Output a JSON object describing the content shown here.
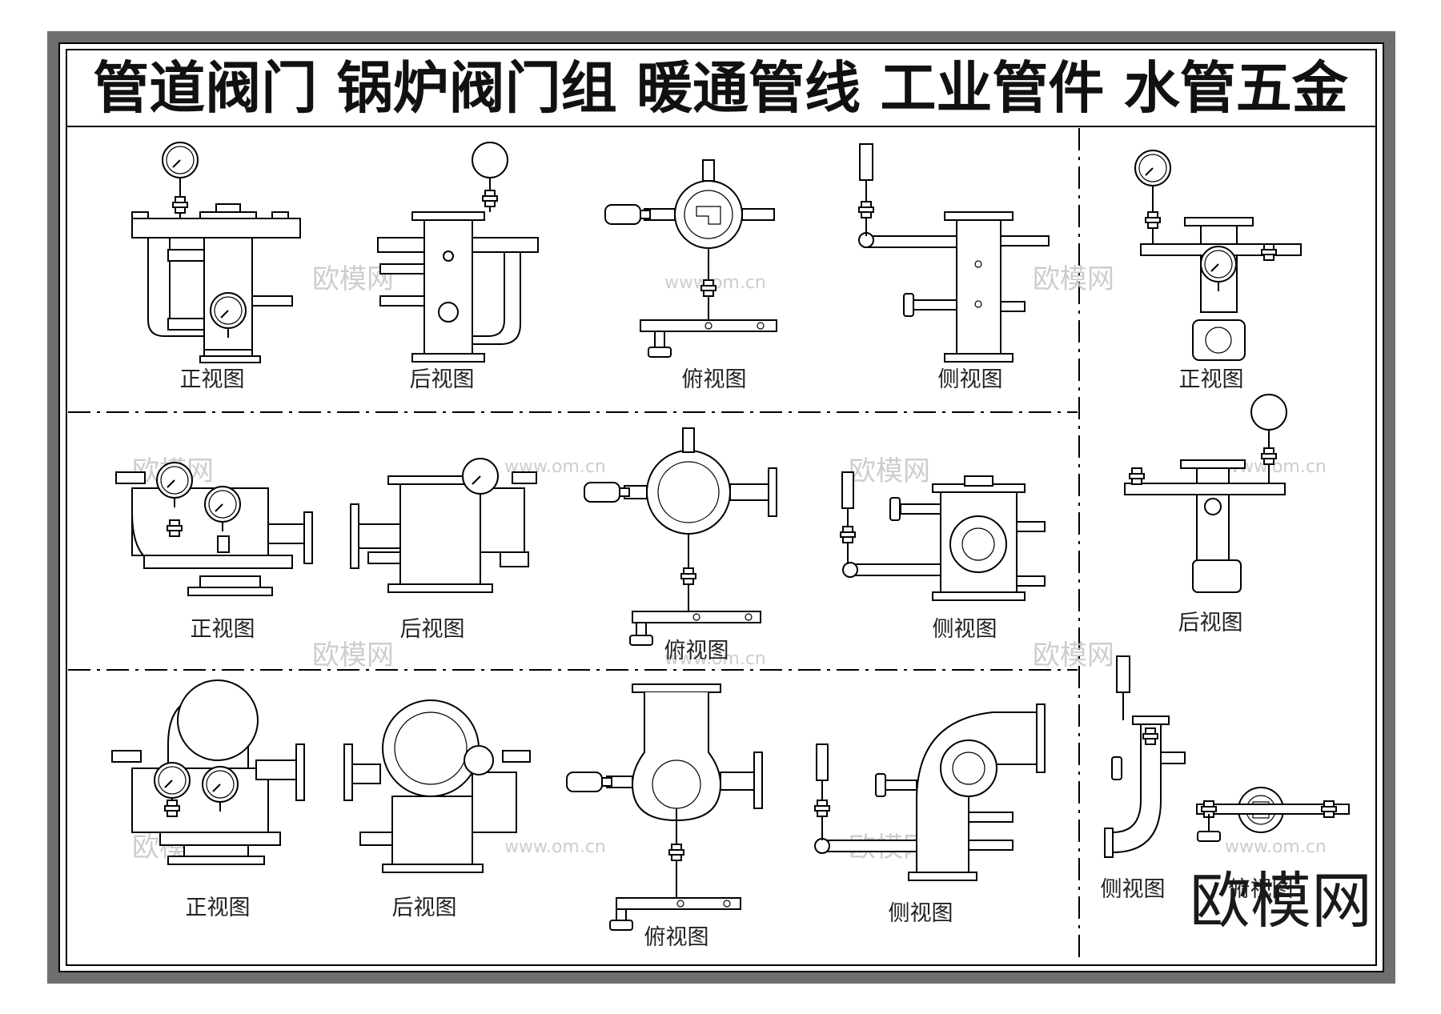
{
  "title": "管道阀门  锅炉阀门组  暖通管线  工业管件  水管五金",
  "captions": {
    "r1": [
      "正视图",
      "后视图",
      "俯视图",
      "侧视图"
    ],
    "r2": [
      "正视图",
      "后视图",
      "俯视图",
      "侧视图"
    ],
    "r3": [
      "正视图",
      "后视图",
      "俯视图",
      "侧视图"
    ],
    "right": [
      "正视图",
      "后视图",
      "侧视图",
      "俯视图"
    ]
  },
  "watermark": {
    "brand": "欧模网",
    "small": "欧模网",
    "url": "www.om.cn"
  },
  "colors": {
    "frame": "#6e6e6e",
    "line": "#000000",
    "background": "#ffffff"
  }
}
